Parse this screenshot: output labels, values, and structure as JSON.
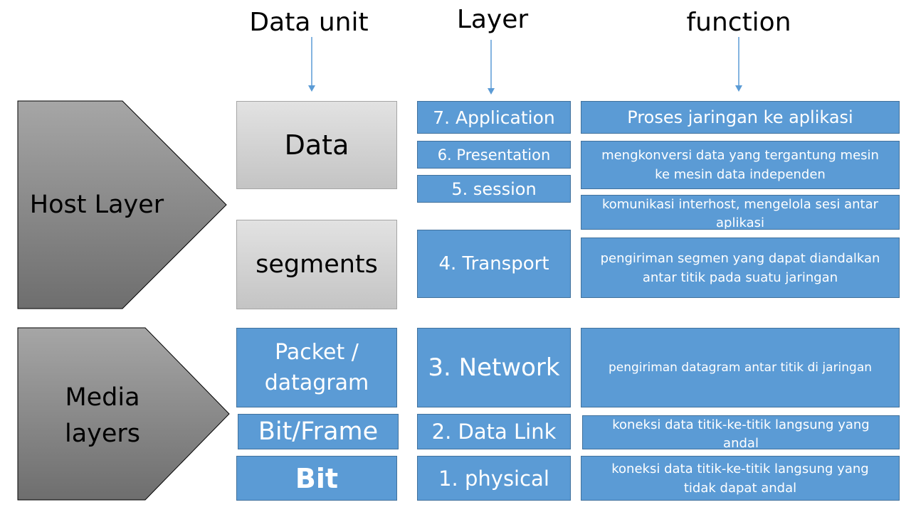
{
  "headers": {
    "data_unit": "Data unit",
    "layer": "Layer",
    "function": "function"
  },
  "groups": {
    "host": "Host Layer",
    "media_line1": "Media",
    "media_line2": "layers"
  },
  "data_units": {
    "data": "Data",
    "segments": "segments",
    "packet_line1": "Packet /",
    "packet_line2": "datagram",
    "bit_frame": "Bit/Frame",
    "bit": "Bit"
  },
  "layers": {
    "l7": "7. Application",
    "l6": "6. Presentation",
    "l5": "5. session",
    "l4": "4. Transport",
    "l3": "3. Network",
    "l2": "2. Data Link",
    "l1": "1. physical"
  },
  "functions": {
    "f7": "Proses jaringan ke aplikasi",
    "f6_line1": "mengkonversi data yang tergantung mesin",
    "f6_line2": "ke mesin data independen",
    "f5_line1": "komunikasi interhost, mengelola sesi antar",
    "f5_line2": "aplikasi",
    "f4_line1": "pengiriman segmen yang dapat diandalkan",
    "f4_line2": "antar titik pada suatu jaringan",
    "f3": "pengiriman datagram antar titik di jaringan",
    "f2_line1": "koneksi data titik-ke-titik langsung yang",
    "f2_line2": "andal",
    "f1_line1": "koneksi data titik-ke-titik langsung yang",
    "f1_line2": "tidak dapat andal"
  },
  "colors": {
    "box_blue": "#5b9bd5",
    "box_border": "#41719c",
    "chevron_gray": "#8c8c8c"
  }
}
